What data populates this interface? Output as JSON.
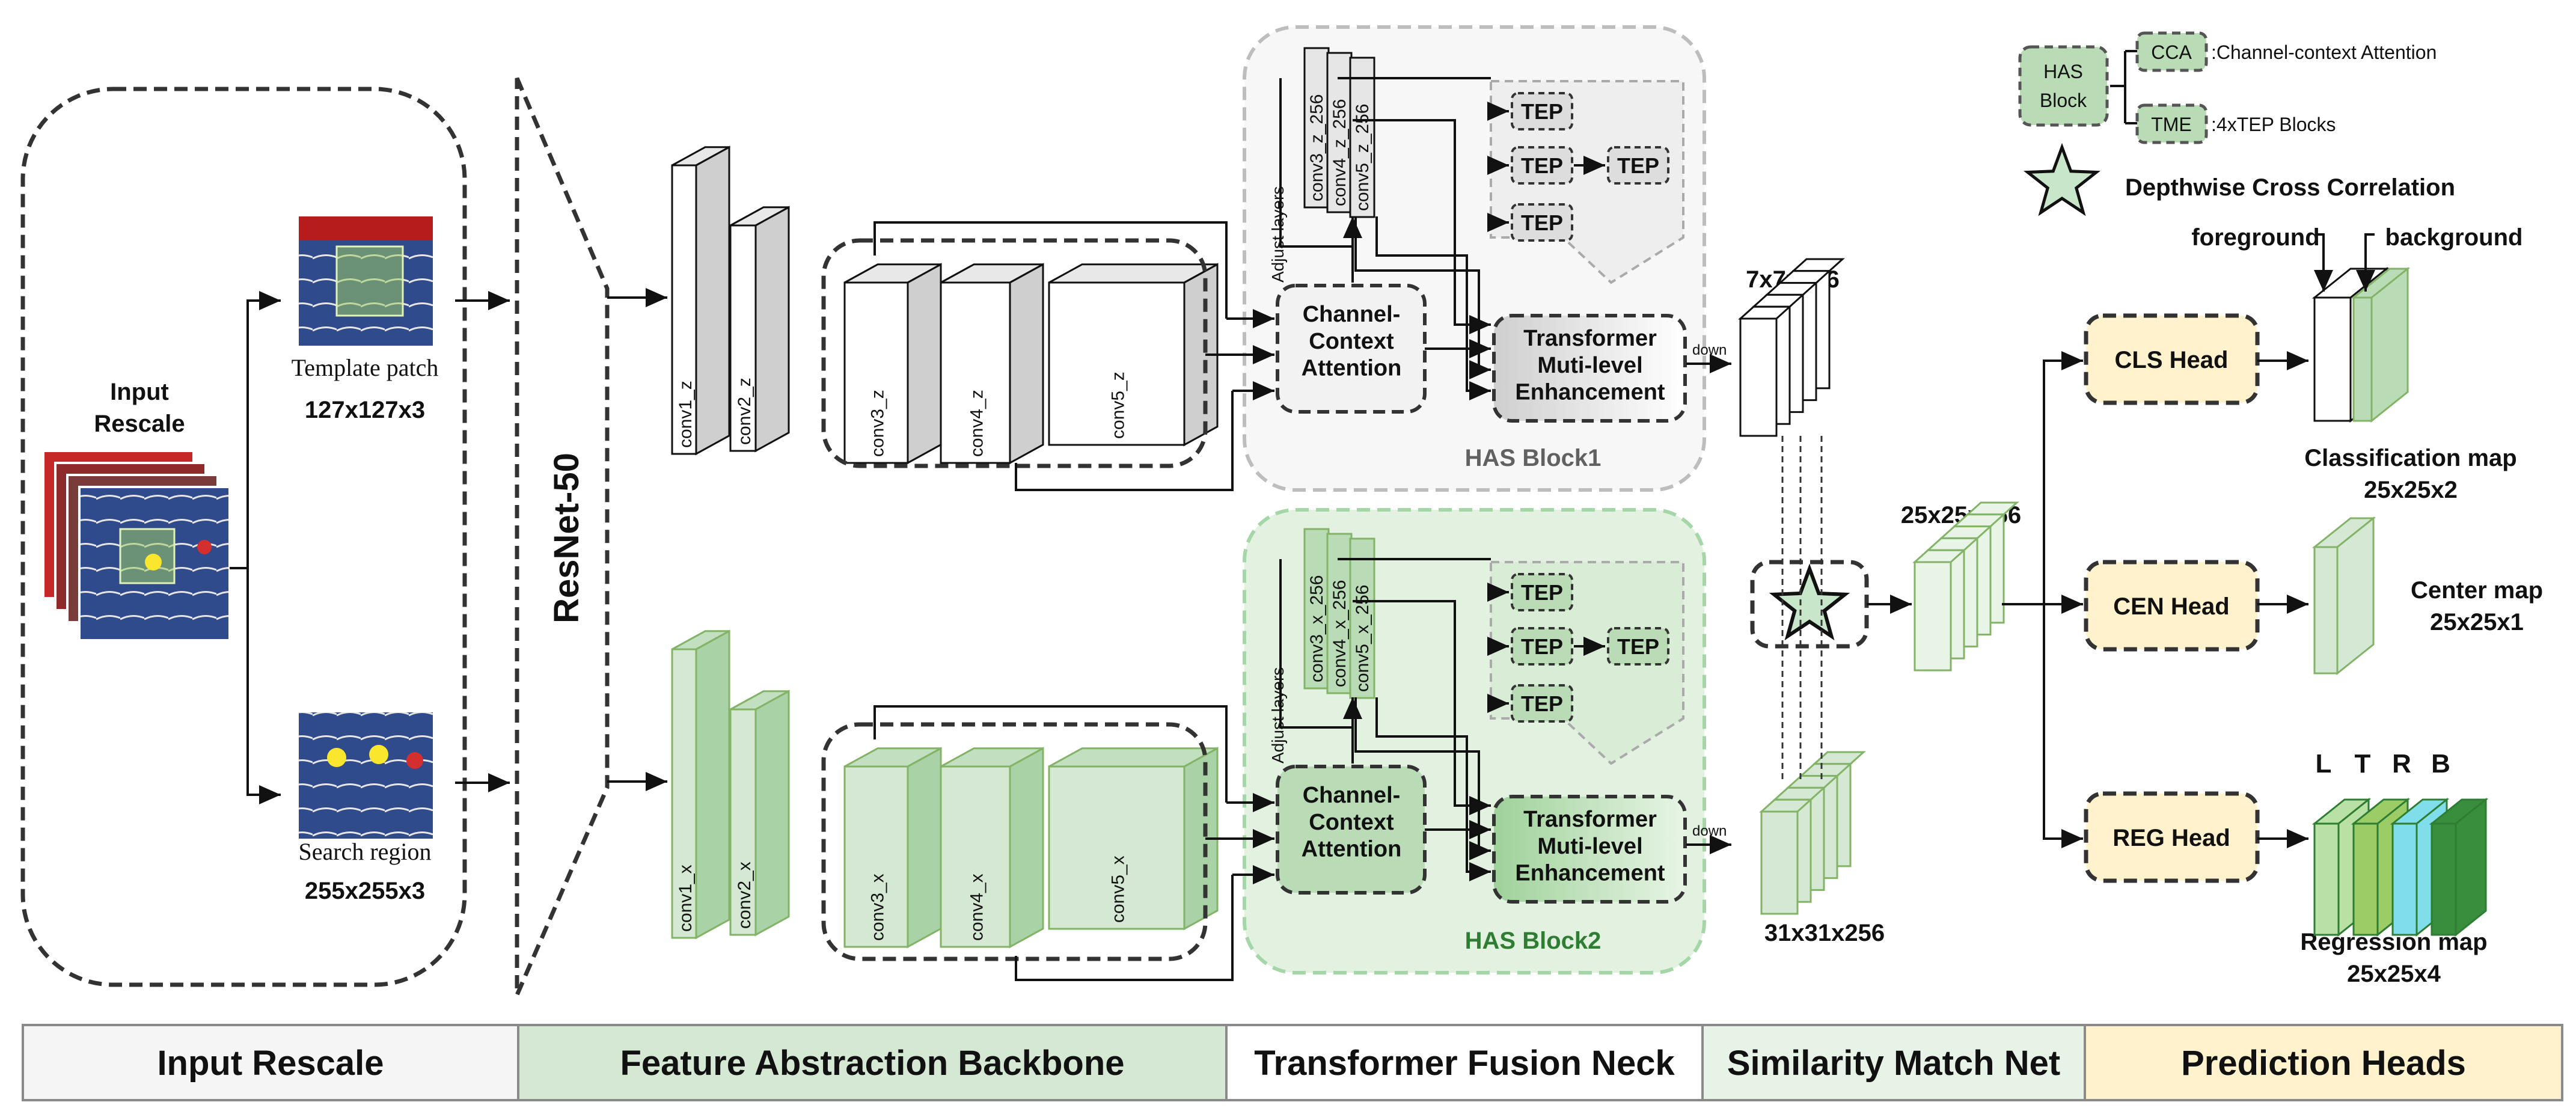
{
  "input": {
    "section_title": "Input\nRescale",
    "template_caption": "Template patch",
    "template_size": "127x127x3",
    "search_caption": "Search region",
    "search_size": "255x255x3"
  },
  "backbone": {
    "title": "ResNet-50",
    "template_layers": [
      "conv1_z",
      "conv2_z",
      "conv3_z",
      "conv4_z",
      "conv5_z"
    ],
    "search_layers": [
      "conv1_x",
      "conv2_x",
      "conv3_x",
      "conv4_x",
      "conv5_x"
    ]
  },
  "has_blocks": [
    {
      "title": "HAS Block1",
      "adjust_label": "Adjust layers",
      "adjusted": [
        "conv3_z_256",
        "conv4_z_256",
        "conv5_z_256"
      ],
      "cca_label": "Channel-\nContext\nAttention",
      "tme_label": "Transformer\nMuti-level\nEnhancement",
      "tep_label": "TEP",
      "down_label": "down"
    },
    {
      "title": "HAS Block2",
      "adjust_label": "Adjust layers",
      "adjusted": [
        "conv3_x_256",
        "conv4_x_256",
        "conv5_x_256"
      ],
      "cca_label": "Channel-\nContext\nAttention",
      "tme_label": "Transformer\nMuti-level\nEnhancement",
      "tep_label": "TEP",
      "down_label": "down"
    }
  ],
  "legend": {
    "has_block": "HAS\nBlock",
    "cca_tag": "CCA",
    "cca_desc": ":Channel-context Attention",
    "tme_tag": "TME",
    "tme_desc": ":4xTEP Blocks",
    "xcorr_desc": "Depthwise Cross Correlation"
  },
  "features": {
    "template_out": "7x7x256",
    "search_out": "31x31x256",
    "xcorr_out": "25x25x256"
  },
  "heads": {
    "cls": "CLS Head",
    "cen": "CEN Head",
    "reg": "REG Head",
    "foreground": "foreground",
    "background": "background",
    "cls_map": "Classification map\n25x25x2",
    "cen_map": "Center map\n25x25x1",
    "reg_map": "Regression map\n25x25x4",
    "reg_letters": [
      "L",
      "T",
      "R",
      "B"
    ]
  },
  "stages": [
    "Input Rescale",
    "Feature Abstraction Backbone",
    "Transformer Fusion Neck",
    "Similarity Match Net",
    "Prediction Heads"
  ],
  "colors": {
    "green_fill": "#d5e8d4",
    "green_dark": "#2e7d32",
    "green_stroke": "#82b366",
    "head_fill": "#fff2cc",
    "stage_input": "#f5f5f5",
    "stage_backbone": "#d5e8d4",
    "stage_neck": "#ffffff",
    "stage_match": "#e7f3e6",
    "stage_heads": "#fff2cc",
    "reg_colors": [
      "#b9e0a5",
      "#9ccc65",
      "#80deea",
      "#388e3c"
    ]
  }
}
